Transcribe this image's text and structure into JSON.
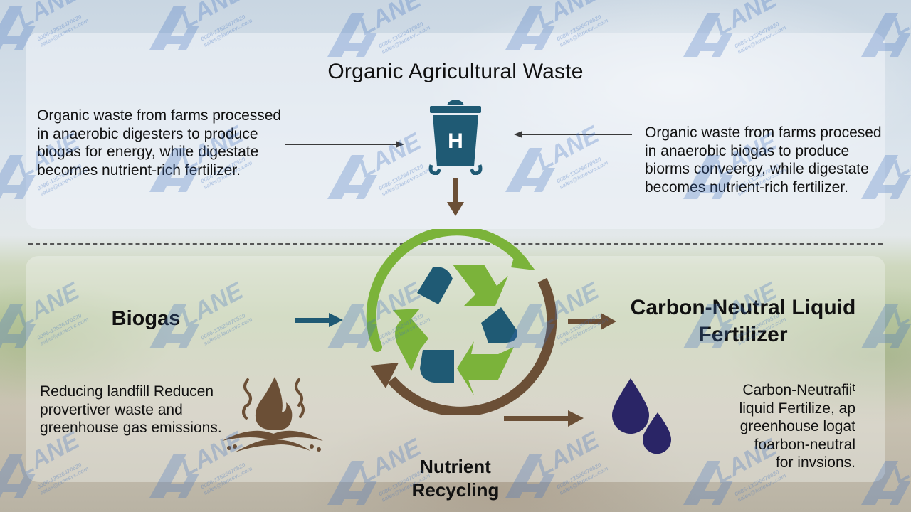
{
  "diagram": {
    "title": "Organic Agricultural Waste",
    "top_left_description": "Organic waste from farms processed in anaerobic digesters to produce biogas for energy, while digestate becomes nutrient-rich fertilizer.",
    "top_right_description": "Organic waste from farms procesed in anaerobic biogas to produce biorms conveergy, while digestate becomes nutrient-rich fertilizer.",
    "waste_bin_letter": "H",
    "nodes": {
      "biogas": "Biogas",
      "fertilizer_line1": "Carbon-Neutral Liquid",
      "fertilizer_line2": "Fertilizer",
      "nutrient_line1": "Nutrient",
      "nutrient_line2": "Recycling"
    },
    "bottom_left_description": "Reducing landfill Reducen provertiver waste and greenhouse gas emissions.",
    "bottom_right_lines": [
      "Carbon-Neutrafiiᵗ",
      "liquid Fertilize, ap",
      "greenhouse logat",
      "foarbon-neutral",
      "for invsions."
    ],
    "icons": {
      "waste": "waste-bin-icon",
      "cycle": "recycle-cycle-icon",
      "biogas": "flame-icon",
      "fertilizer": "water-drops-icon"
    },
    "colors": {
      "teal": "#1f5a74",
      "green": "#7bb33a",
      "brown": "#6b4f36",
      "drop": "#2a2566",
      "arrow_dark": "#3a3a3a"
    },
    "watermark": {
      "brand": "LANE",
      "line1": "0086-13526470520",
      "line2": "sales@lanesvc.com"
    }
  }
}
